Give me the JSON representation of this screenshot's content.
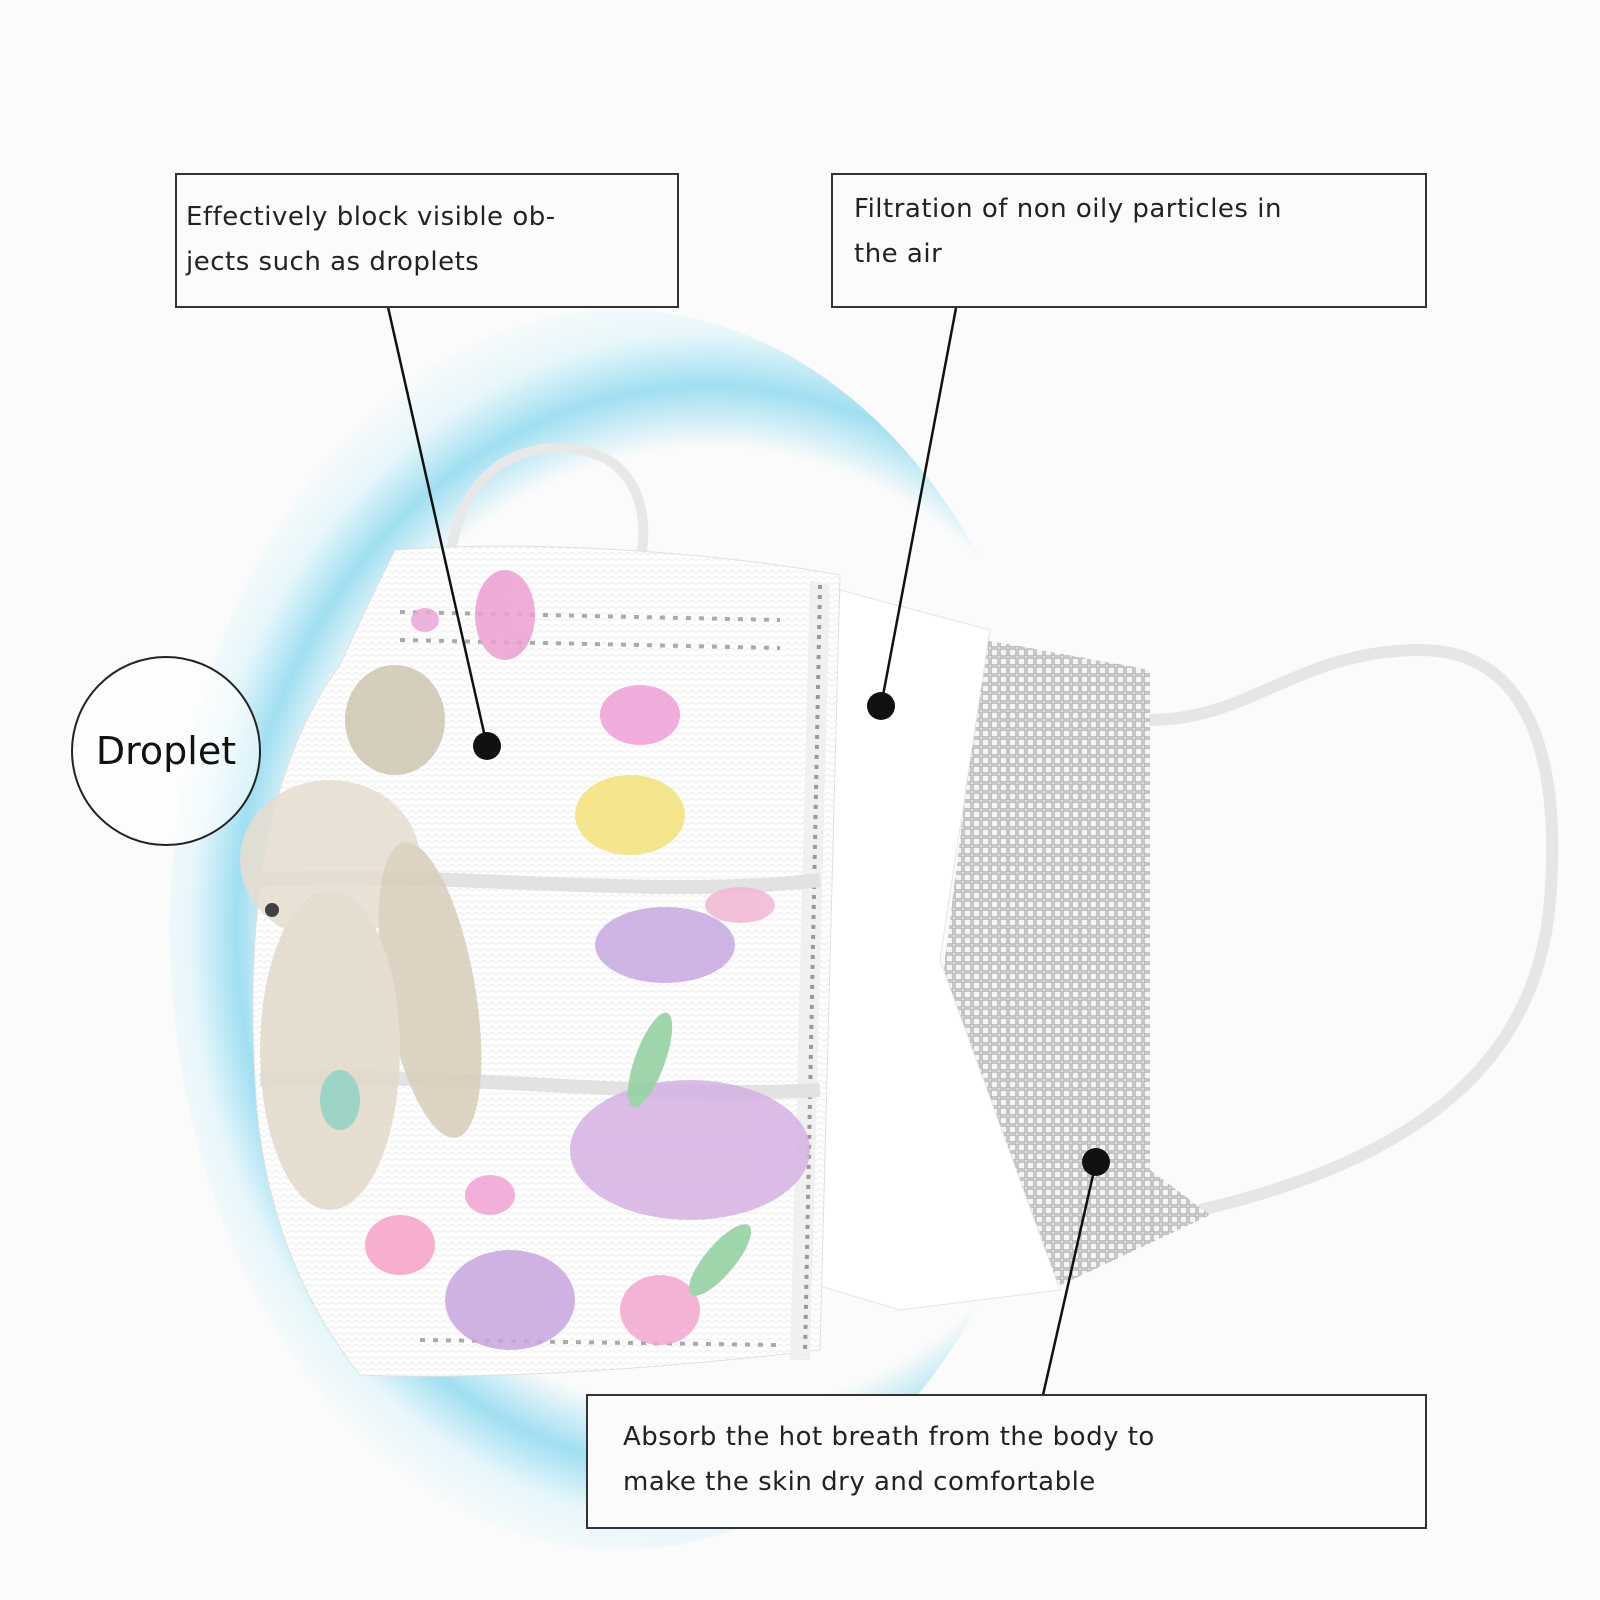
{
  "callouts": {
    "outer_layer": {
      "line1": "Effectively block visible ob-",
      "line2": "jects such as droplets"
    },
    "middle_layer": {
      "line1": "Filtration of non oily particles in",
      "line2": "the air"
    },
    "inner_layer": {
      "line1": "Absorb the hot breath from the body to",
      "line2": "make the skin dry and comfortable"
    }
  },
  "droplet_label": "Droplet",
  "colors": {
    "glow": "#96dcf0",
    "line": "#111111",
    "mask": "#ffffff",
    "butterfly_pink": "#e79ad0",
    "butterfly_purple": "#b79ad8",
    "butterfly_yellow": "#f2e27a",
    "bunny": "#c9bca6"
  }
}
